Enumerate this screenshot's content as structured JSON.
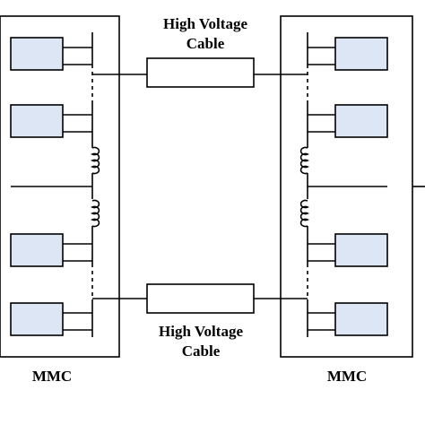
{
  "labels": {
    "top_cable_line1": "High Voltage",
    "top_cable_line2": "Cable",
    "bottom_cable_line1": "High Voltage",
    "bottom_cable_line2": "Cable",
    "left_converter": "MMC",
    "right_converter": "MMC"
  },
  "colors": {
    "submodule_fill": "#dde6f4",
    "line": "#000000"
  }
}
